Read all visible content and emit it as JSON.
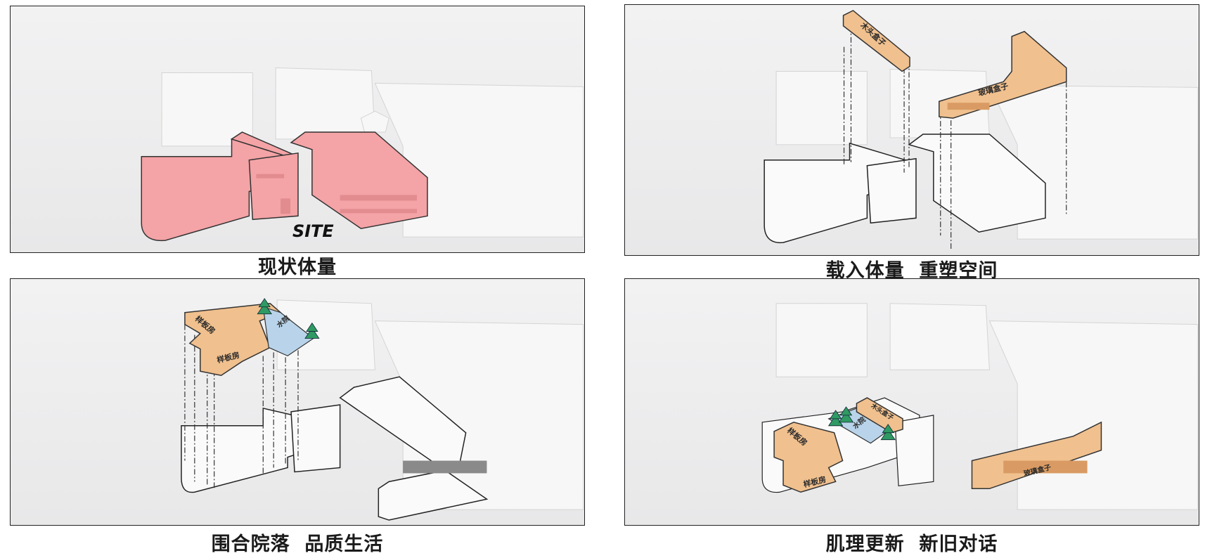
{
  "panels": [
    {
      "caption": "现状体量",
      "site_label": "SITE"
    },
    {
      "caption": "载入体量  重塑空间",
      "labels": {
        "wood_box": "木头盒子",
        "glass_box": "玻璃盒子"
      }
    },
    {
      "caption": "围合院落  品质生活",
      "labels": {
        "model_room_1": "样板房",
        "model_room_2": "样板房",
        "water_court": "水院"
      }
    },
    {
      "caption": "肌理更新  新旧对话",
      "labels": {
        "model_room_1": "样板房",
        "model_room_2": "样板房",
        "water_court": "水院",
        "wood_box": "木头盒子",
        "glass_box": "玻璃盒子"
      }
    }
  ],
  "colors": {
    "existing_site": "#f4a3a6",
    "inserted_volume": "#f0c08e",
    "water": "#b9d4ea",
    "tree": "#2f9a63"
  }
}
